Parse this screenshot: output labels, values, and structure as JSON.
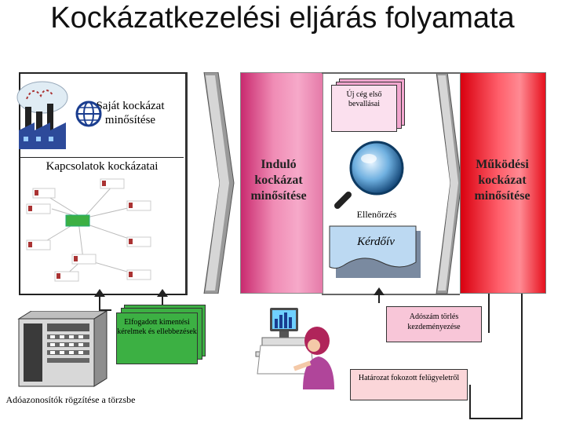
{
  "title": "Kockázatkezelési eljárás folyamata",
  "left_panel": {
    "own_risk": "Saját kockázat minősítése",
    "relations_risk": "Kapcsolatok kockázatai"
  },
  "new_company": "Új cég első bevallásai",
  "initial_rating": "Induló kockázat minősítése",
  "operating_rating": "Működési kockázat minősítése",
  "check_label": "Ellenőrzés",
  "questionnaire": "Kérdőív",
  "accepted_requests": "Elfogadott kimentési kérelmek és ellebbezések",
  "tax_delete": "Adószám törlés kezdeményezése",
  "decision": "Határozat fokozott felügyeletről",
  "tax_id_record": "Adóazonosítók rögzítése a törzsbe",
  "colors": {
    "pink": "#f08cb5",
    "red": "#ff5f6b",
    "green_doc": "#3cb043",
    "doc_pink": "#f3a6cf",
    "questionnaire": "#bcd9f2"
  }
}
